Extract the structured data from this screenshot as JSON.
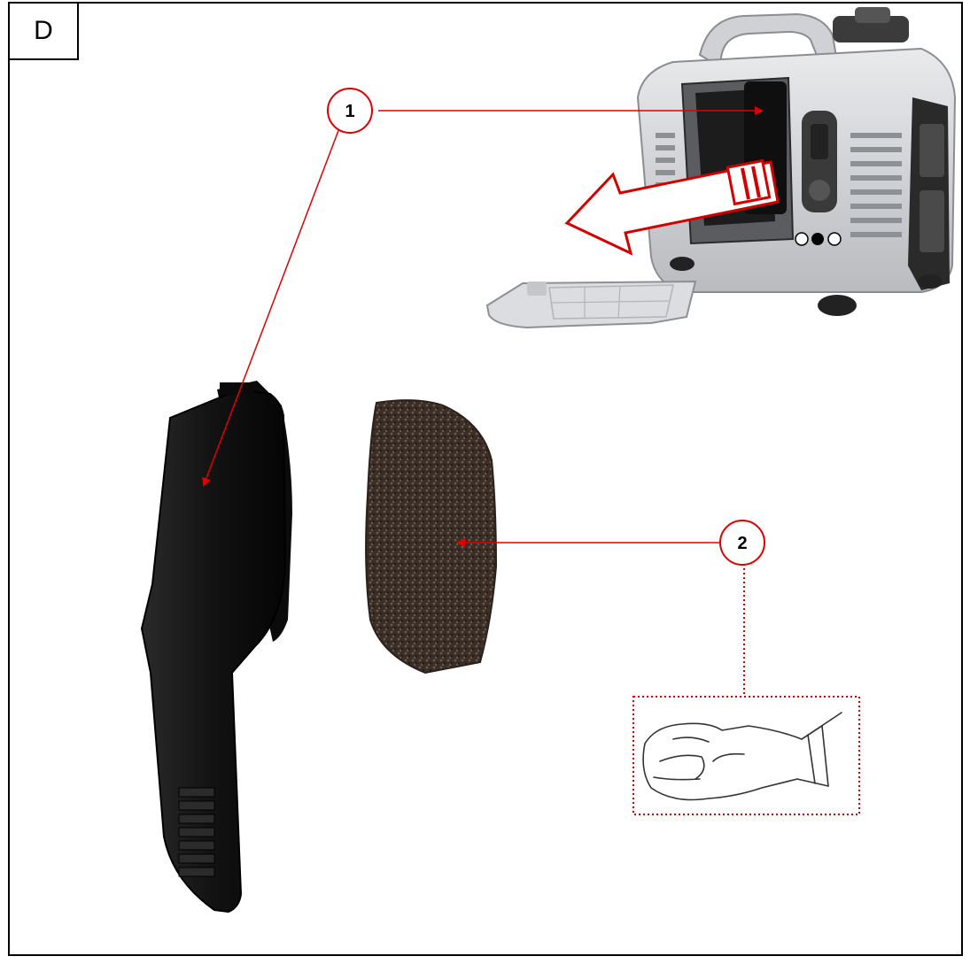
{
  "panel_letter": "D",
  "callouts": [
    {
      "number": "1"
    },
    {
      "number": "2"
    }
  ],
  "colors": {
    "leader": "#e00000",
    "outline": "#000000",
    "filter_cover": "#151515",
    "foam": "#3a2e26",
    "generator_body": "#d7d8da",
    "generator_dark": "#2a2a2a"
  },
  "icons": [
    "generator-icon",
    "filter-cover-icon",
    "foam-filter-icon",
    "gloved-hand-squeeze-icon",
    "remove-direction-arrow-icon"
  ]
}
